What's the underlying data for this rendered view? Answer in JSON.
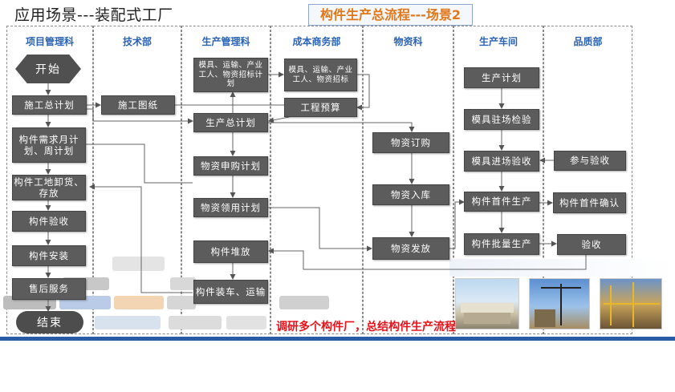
{
  "title": "应用场景---装配式工厂",
  "flow_title": "构件生产总流程---场景2",
  "lanes": [
    {
      "label": "项目管理科"
    },
    {
      "label": "技术部"
    },
    {
      "label": "生产管理科"
    },
    {
      "label": "成本商务部"
    },
    {
      "label": "物资科"
    },
    {
      "label": "生产车间"
    },
    {
      "label": "品质部"
    }
  ],
  "start_label": "开始",
  "end_label": "结束",
  "boxes": {
    "b1": "施工总计划",
    "b2": "构件需求月计划、周计划",
    "b3": "构件工地卸货、存放",
    "b4": "构件验收",
    "b5": "构件安装",
    "b6": "售后服务",
    "b7": "施工图纸",
    "b8": "模具、运输、产业工人、物资招标计划",
    "b9": "生产总计划",
    "b10": "物资申购计划",
    "b11": "物资领用计划",
    "b12": "构件堆放",
    "b13": "构件装车、运输",
    "b14": "模具、运输、产业工人、物资招标",
    "b15": "工程预算",
    "b16": "物资订购",
    "b17": "物资入库",
    "b18": "物资发放",
    "b19": "生产计划",
    "b20": "模具驻场检验",
    "b21": "模具进场验收",
    "b22": "构件首件生产",
    "b23": "构件批量生产",
    "b24": "参与验收",
    "b25": "构件首件确认",
    "b26": "验收"
  },
  "note": "调研多个构件厂，总结构件生产流程",
  "colors": {
    "accent": "#2a5ba8",
    "box": "#5c5c5c",
    "header": "#2a63b7",
    "note": "#e8131a",
    "title": "#e0781a"
  }
}
